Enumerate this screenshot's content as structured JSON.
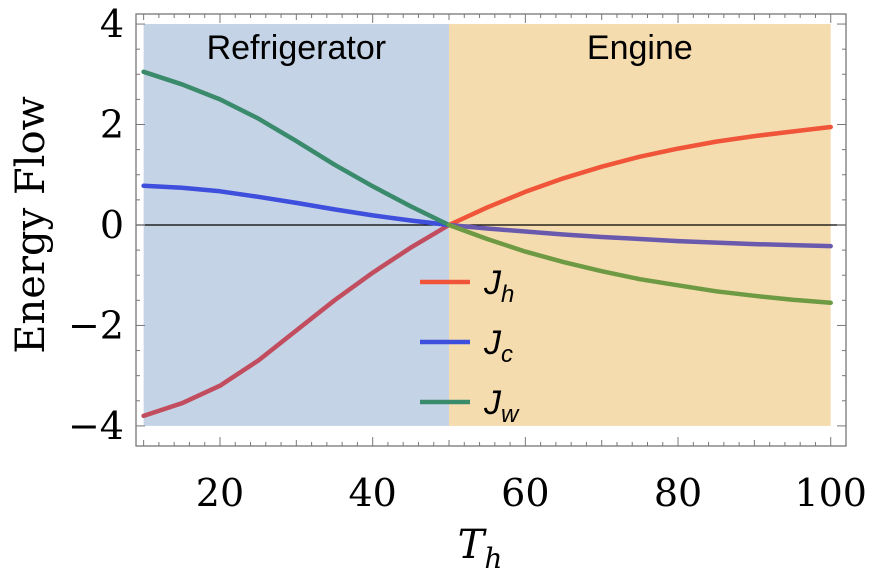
{
  "chart_data": {
    "type": "line",
    "title": "",
    "xlabel": {
      "main": "T",
      "sub": "h"
    },
    "ylabel": "Energy Flow",
    "xlim": [
      9,
      102
    ],
    "ylim": [
      -4.4,
      4.2
    ],
    "xticks": [
      20,
      40,
      60,
      80,
      100
    ],
    "yticks": [
      -4,
      -2,
      0,
      2,
      4
    ],
    "ytick_labels": [
      "−4",
      "−2",
      "0",
      "2",
      "4"
    ],
    "grid": false,
    "legend_position": "center",
    "regions": [
      {
        "label": "Refrigerator",
        "x": [
          10,
          50
        ],
        "y": [
          -4,
          4
        ],
        "color": "#c5d3e6"
      },
      {
        "label": "Engine",
        "x": [
          50,
          100
        ],
        "y": [
          -4,
          4
        ],
        "color": "#f5dcae"
      }
    ],
    "series": [
      {
        "name": {
          "main": "J",
          "sub": "h"
        },
        "color_left": "#c14d5f",
        "color_right": "#f0553a",
        "x": [
          10,
          15,
          20,
          25,
          30,
          35,
          40,
          45,
          50,
          55,
          60,
          65,
          70,
          75,
          80,
          85,
          90,
          95,
          100
        ],
        "y": [
          -3.8,
          -3.55,
          -3.2,
          -2.7,
          -2.1,
          -1.5,
          -0.95,
          -0.45,
          0.0,
          0.35,
          0.66,
          0.93,
          1.16,
          1.36,
          1.52,
          1.66,
          1.77,
          1.86,
          1.95
        ]
      },
      {
        "name": {
          "main": "J",
          "sub": "c"
        },
        "color_left": "#3d4fdc",
        "color_right": "#6a5aae",
        "x": [
          10,
          15,
          20,
          25,
          30,
          35,
          40,
          45,
          50,
          55,
          60,
          65,
          70,
          75,
          80,
          85,
          90,
          95,
          100
        ],
        "y": [
          0.78,
          0.74,
          0.67,
          0.56,
          0.44,
          0.31,
          0.19,
          0.09,
          0.0,
          -0.07,
          -0.13,
          -0.19,
          -0.24,
          -0.28,
          -0.32,
          -0.35,
          -0.38,
          -0.4,
          -0.42
        ]
      },
      {
        "name": {
          "main": "J",
          "sub": "w"
        },
        "color_left": "#3a8a6c",
        "color_right": "#6f9a44",
        "x": [
          10,
          15,
          20,
          25,
          30,
          35,
          40,
          45,
          50,
          55,
          60,
          65,
          70,
          75,
          80,
          85,
          90,
          95,
          100
        ],
        "y": [
          3.05,
          2.8,
          2.5,
          2.12,
          1.67,
          1.2,
          0.77,
          0.37,
          0.0,
          -0.28,
          -0.53,
          -0.74,
          -0.92,
          -1.08,
          -1.2,
          -1.32,
          -1.41,
          -1.49,
          -1.55
        ]
      }
    ],
    "axis_color": "#000000",
    "frame_color": "#777777"
  }
}
